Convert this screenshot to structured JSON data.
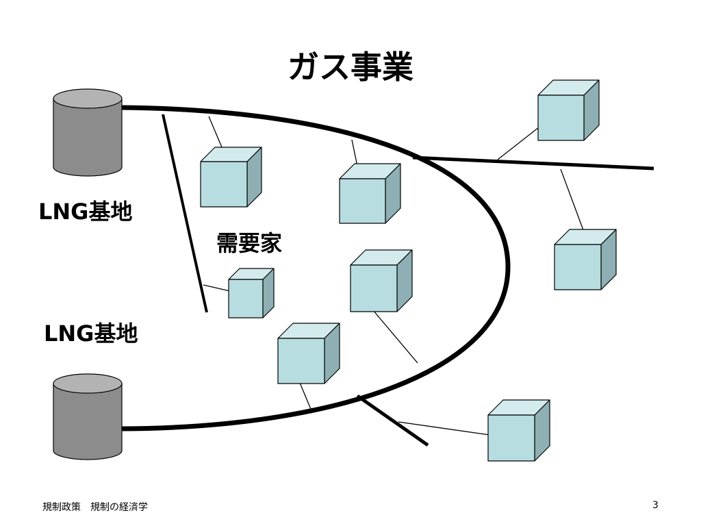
{
  "slide": {
    "title": "ガス事業",
    "labels": {
      "lng_base_top": "LNG基地",
      "lng_base_bottom": "LNG基地",
      "consumers": "需要家"
    },
    "footer": {
      "left": "規制政策　規制の経済学",
      "page_number": "3"
    }
  },
  "colors": {
    "cube_front": "#b7dde1",
    "cube_top": "#d4ebee",
    "cube_side": "#8eb0b4",
    "tank_body": "#8c8c8c",
    "tank_top": "#b3b3b3",
    "line": "#000000"
  }
}
